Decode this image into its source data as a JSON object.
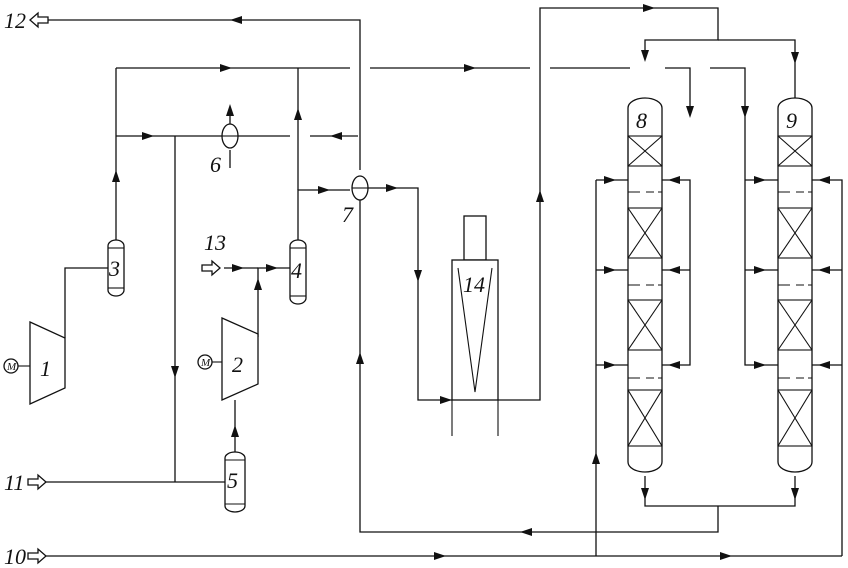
{
  "labels": {
    "compressor_1": "1",
    "compressor_2": "2",
    "separator_3": "3",
    "separator_4": "4",
    "separator_5": "5",
    "exchanger_6": "6",
    "exchanger_7": "7",
    "reactor_8": "8",
    "reactor_9": "9",
    "stream_10": "10",
    "stream_11": "11",
    "stream_12": "12",
    "stream_13": "13",
    "furnace_14": "14"
  },
  "motor_symbol": "M"
}
